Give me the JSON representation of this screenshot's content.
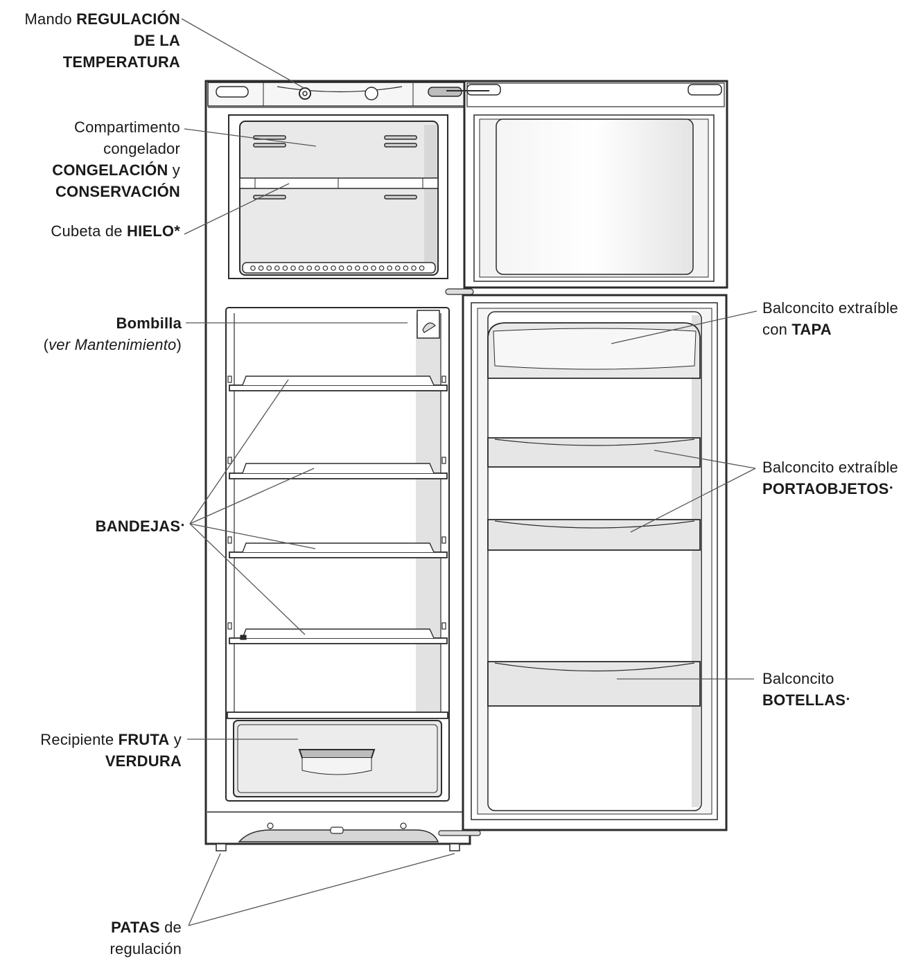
{
  "labels": {
    "temperatura": {
      "line1_pre": "Mando ",
      "line1_bold": "REGULACIÓN",
      "line2_bold": "DE LA",
      "line3_bold": "TEMPERATURA"
    },
    "congelador": {
      "line1": "Compartimento",
      "line2": "congelador",
      "line3_bold": "CONGELACIÓN",
      "line3_post": " y",
      "line4_bold": "CONSERVACIÓN"
    },
    "hielo": {
      "pre": "Cubeta de ",
      "bold": "HIELO",
      "mark": "*"
    },
    "bombilla": {
      "line1_bold": "Bombilla",
      "line2_open": "(",
      "line2_italic": "ver Mantenimiento",
      "line2_close": ")"
    },
    "bandejas": {
      "bold": "BANDEJAS",
      "mark": "•"
    },
    "fruta": {
      "line1_pre": "Recipiente ",
      "line1_bold": "FRUTA",
      "line1_post": " y",
      "line2_bold": "VERDURA"
    },
    "patas": {
      "line1_bold": "PATAS",
      "line1_post": " de",
      "line2": "regulación"
    },
    "tapa": {
      "line1": "Balconcito extraíble",
      "line2_pre": "con ",
      "line2_bold": "TAPA"
    },
    "portaobjetos": {
      "line1": "Balconcito extraíble",
      "line2_bold": "PORTAOBJETOS",
      "mark": "•"
    },
    "botellas": {
      "line1": "Balconcito",
      "line2_bold": "BOTELLAS",
      "mark": "•"
    }
  },
  "colors": {
    "outline": "#2b2b2b",
    "interior": "#e6e6e6",
    "panel": "#f3f3f3",
    "leader": "#555555"
  }
}
